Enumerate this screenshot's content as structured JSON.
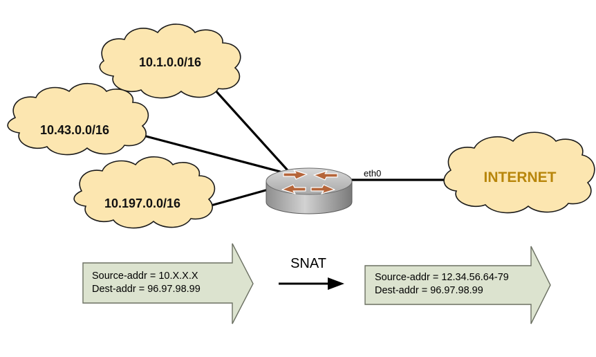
{
  "networks": [
    {
      "label": "10.1.0.0/16"
    },
    {
      "label": "10.43.0.0/16"
    },
    {
      "label": "10.197.0.0/16"
    }
  ],
  "internet": {
    "label": "INTERNET"
  },
  "router": {
    "interface_label": "eth0",
    "icon": "router-icon"
  },
  "packet_before": {
    "source": "Source-addr = 10.X.X.X",
    "dest": "Dest-addr = 96.97.98.99"
  },
  "translation": {
    "label": "SNAT"
  },
  "packet_after": {
    "source": "Source-addr = 12.34.56.64-79",
    "dest": "Dest-addr = 96.97.98.99"
  },
  "colors": {
    "cloud_fill": "#FCE6B0",
    "internet_text": "#B8860B",
    "packet_fill": "#DCE3CF",
    "router_arrows": "#B5653A"
  }
}
